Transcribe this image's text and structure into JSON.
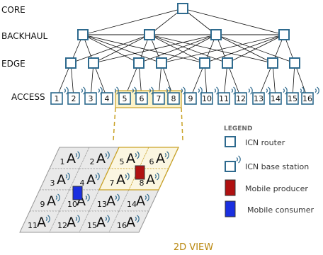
{
  "tiers": {
    "core": "CORE",
    "backhaul": "BACKHAUL",
    "edge": "EDGE",
    "access": "ACCESS"
  },
  "access_nodes": [
    "1",
    "2",
    "3",
    "4",
    "5",
    "6",
    "7",
    "8",
    "9",
    "10",
    "11",
    "12",
    "13",
    "14",
    "15",
    "16"
  ],
  "grid_cells": [
    "1",
    "2",
    "3",
    "4",
    "5",
    "6",
    "7",
    "8",
    "9",
    "10",
    "11",
    "12",
    "13",
    "14",
    "15",
    "16"
  ],
  "legend": {
    "title": "LEGEND",
    "router": "ICN router",
    "base_station": "ICN base station",
    "producer": "Mobile producer",
    "consumer": "Mobile consumer"
  },
  "view_label": "2D VIEW",
  "colors": {
    "node_stroke": "#2e6a8e",
    "link": "#111111",
    "highlight_fill": "#fdf3c8",
    "highlight_stroke": "#c9a227",
    "producer": "#b01111",
    "consumer": "#1a2fe0",
    "cell_gray": "#e9e9e9",
    "cell_cream": "#fbf6e1"
  }
}
